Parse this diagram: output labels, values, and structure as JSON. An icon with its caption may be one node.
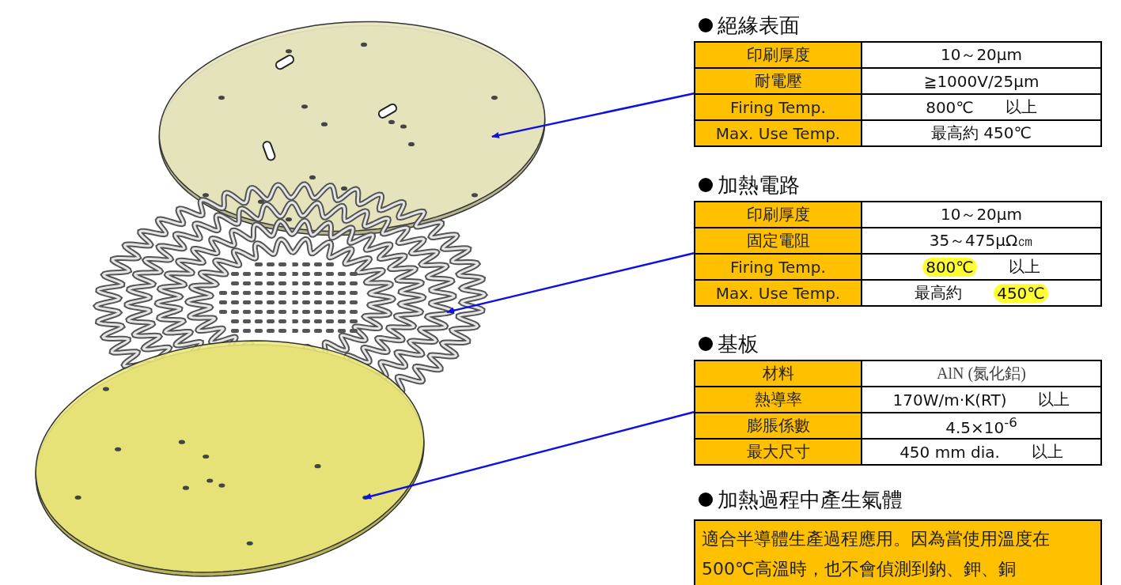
{
  "diagram": {
    "nodes": [
      {
        "text": [],
        "shape": "picture"
      },
      {
        "text": [],
        "shape": "picture"
      },
      {
        "text": [],
        "shape": "picture"
      },
      {
        "text": [
          "絕緣表面",
          "印刷厚度",
          "10～20μm",
          "耐電壓",
          "≧1000V/25μm",
          "Firing Temp.",
          "800℃",
          "以上",
          "Max. Use Temp.",
          "最高約 450℃"
        ]
      },
      {
        "text": [
          "加熱電路",
          "印刷厚度",
          "10～20μm",
          "固定電阻",
          "35～475μΩ㎝",
          "Firing Temp.",
          "800℃",
          "以上",
          "Max. Use Temp.",
          "最高約",
          "450℃"
        ]
      },
      {
        "text": [
          "基板",
          "材料",
          "AlN (氮化鋁)",
          "熱導率",
          "170W/m·K(RT)",
          "以上",
          "膨脹係數",
          "4.5×10$^{-6}$",
          "最大尺寸",
          "450 mm dia.",
          "以上"
        ]
      },
      {
        "text": [
          "加熱過程中產生氣體",
          "適合半導體生產過程應用。因為當使用溫度在500℃高溫時，也不會偵測到鈉、鉀、銅"
        ]
      }
    ],
    "edges": [
      {
        "from": 3,
        "to": 0,
        "arrow": "to"
      },
      {
        "from": 4,
        "to": 1,
        "arrow": "to"
      },
      {
        "from": 5,
        "to": 2,
        "arrow": "to"
      }
    ]
  }
}
